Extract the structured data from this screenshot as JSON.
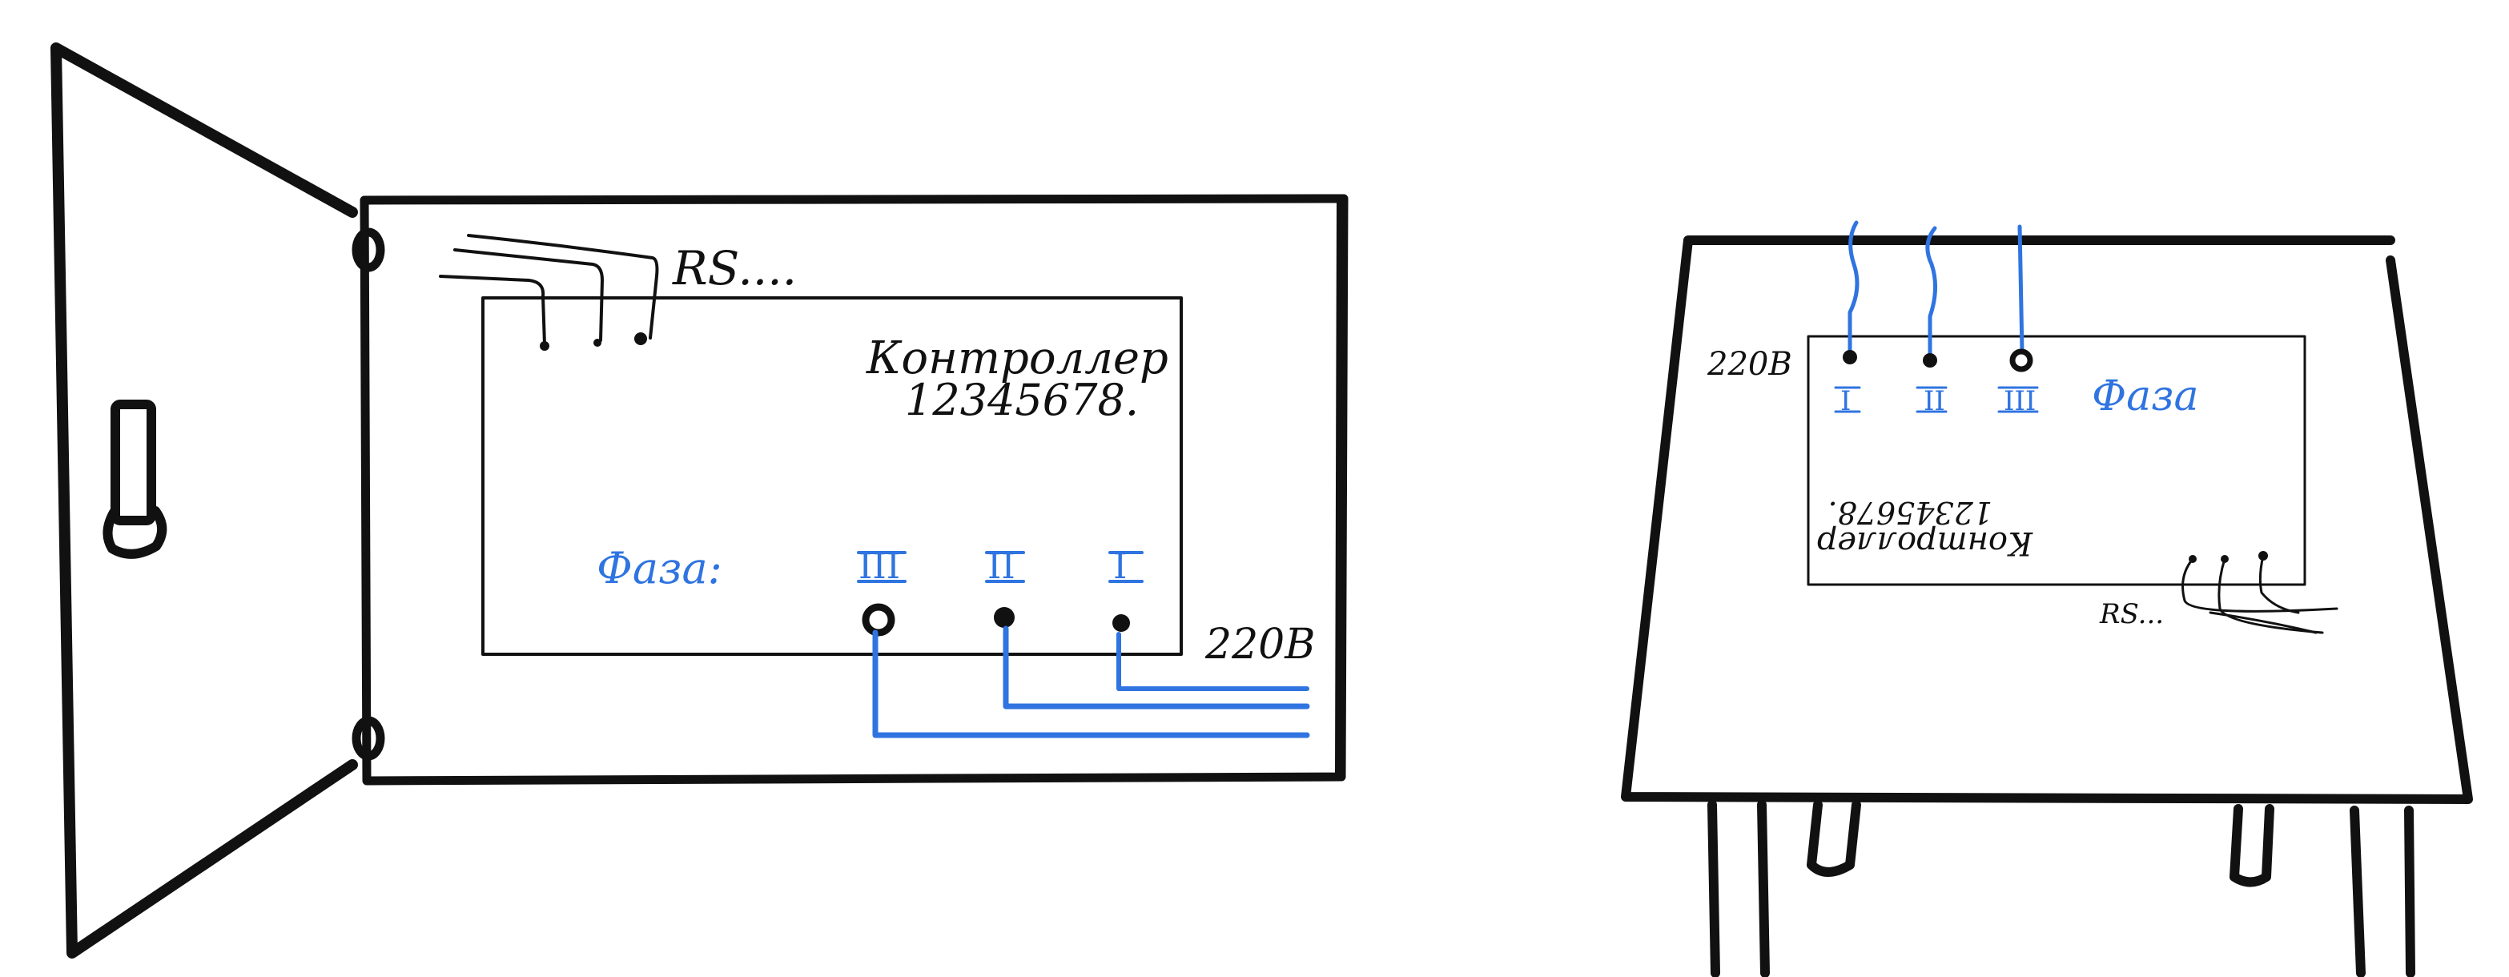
{
  "colors": {
    "ink": "#111111",
    "wire": "#2f74e0",
    "background": "#ffffff"
  },
  "front_view": {
    "rs_label": "RS....",
    "controller_label": "Контроллер",
    "controller_number": "12345678.",
    "phase_label": "Фаза:",
    "phase_marks": [
      "III",
      "II",
      "I"
    ],
    "voltage_label": "220В"
  },
  "rear_view": {
    "voltage_label": "220В",
    "phase_marks": [
      "I",
      "II",
      "III"
    ],
    "phase_label": "Фаза",
    "controller_label": "Контроллер",
    "controller_number": "12345678.",
    "rs_label": "RS..."
  }
}
